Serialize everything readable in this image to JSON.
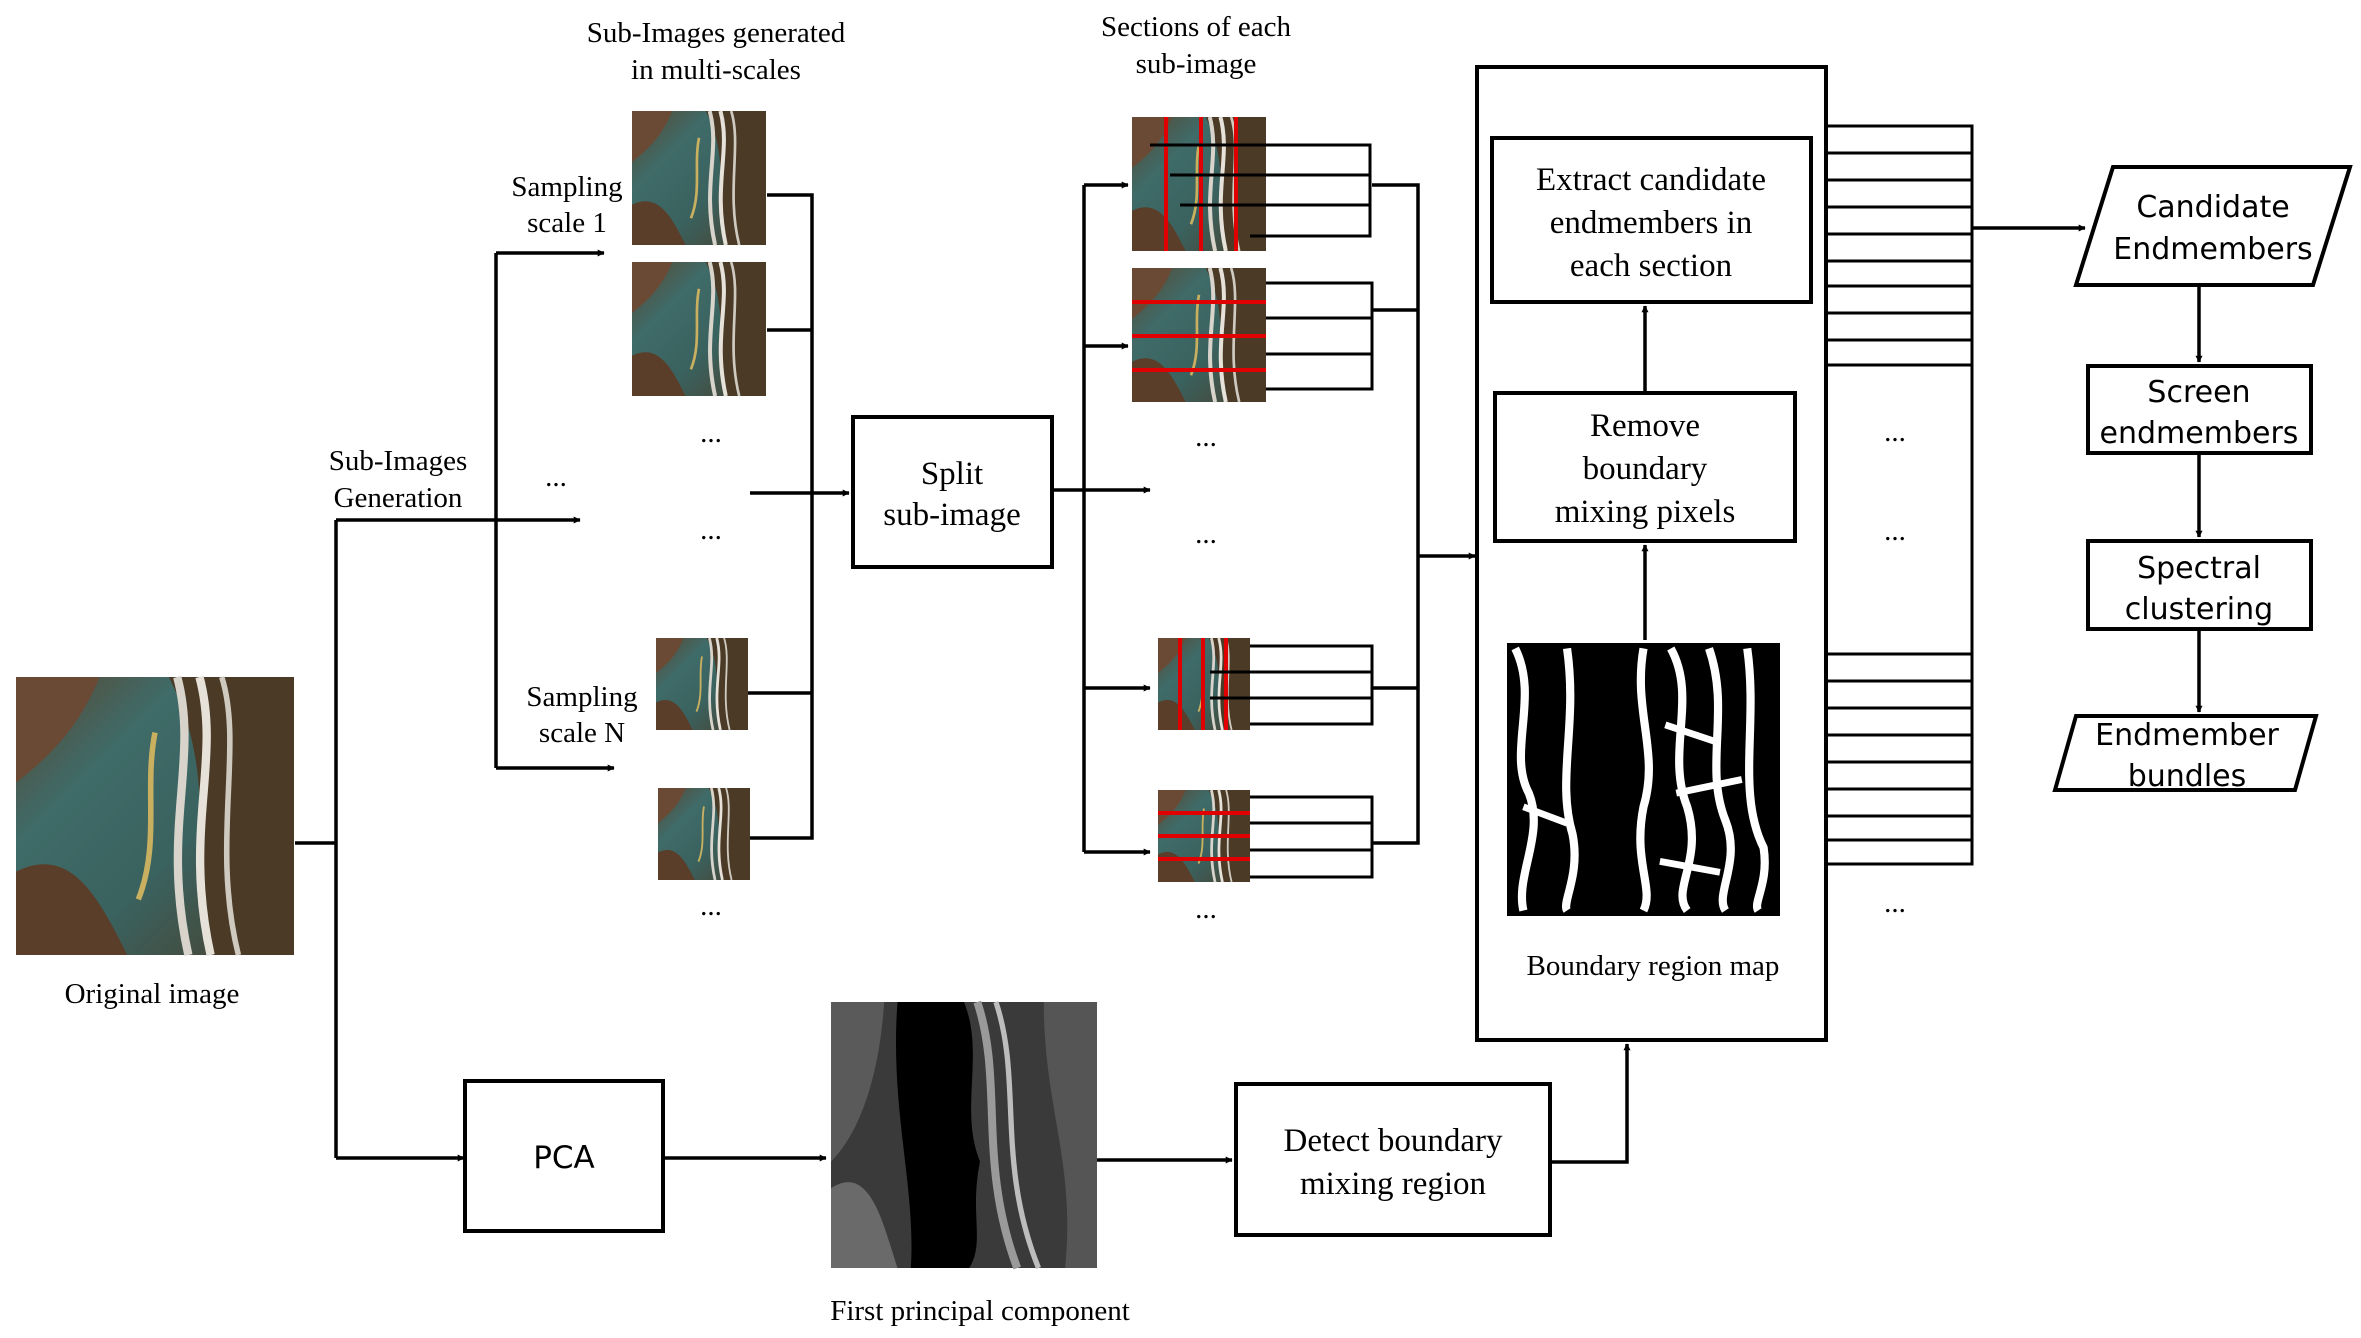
{
  "labels": {
    "subimages_generated": [
      "Sub-Images generated",
      "in multi-scales"
    ],
    "sections_each": [
      "Sections of each",
      "sub-image"
    ],
    "sampling_scale_1": [
      "Sampling",
      "scale 1"
    ],
    "sampling_scale_n": [
      "Sampling",
      "scale N"
    ],
    "subimages_generation": [
      "Sub-Images",
      "Generation"
    ],
    "original_image": "Original image",
    "first_pc": "First principal component",
    "boundary_region_map": "Boundary region map",
    "ellipsis": "..."
  },
  "boxes": {
    "split": [
      "Split",
      "sub-image"
    ],
    "extract": [
      "Extract candidate",
      "endmembers in",
      "each section"
    ],
    "remove": [
      "Remove",
      "boundary",
      "mixing pixels"
    ],
    "pca": "PCA",
    "detect": [
      "Detect boundary",
      "mixing region"
    ],
    "candidate": [
      "Candidate",
      "Endmembers"
    ],
    "screen": [
      "Screen",
      "endmembers"
    ],
    "spectral": [
      "Spectral",
      "clustering"
    ],
    "bundles": [
      "Endmember",
      "bundles"
    ]
  },
  "colors": {
    "water": "#3f6b68",
    "vegetation": "#4a3f2c",
    "road": "#d8d4cc",
    "red_line": "#e00000"
  }
}
